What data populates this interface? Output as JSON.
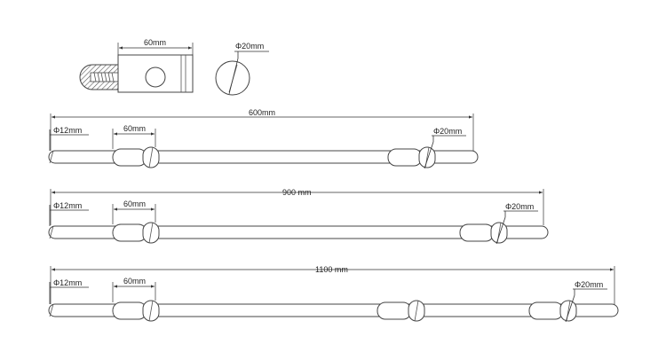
{
  "detail": {
    "clamp_width_label": "60mm",
    "disk_diameter_label": "Φ20mm"
  },
  "bars": [
    {
      "length_label": "600mm",
      "rod_diameter_label": "Φ12mm",
      "clamp_width_label": "60mm",
      "clamp_diameter_label": "Φ20mm"
    },
    {
      "length_label": "900 mm",
      "rod_diameter_label": "Φ12mm",
      "clamp_width_label": "60mm",
      "clamp_diameter_label": "Φ20mm"
    },
    {
      "length_label": "1100 mm",
      "rod_diameter_label": "Φ12mm",
      "clamp_width_label": "60mm",
      "clamp_diameter_label": "Φ20mm"
    }
  ]
}
